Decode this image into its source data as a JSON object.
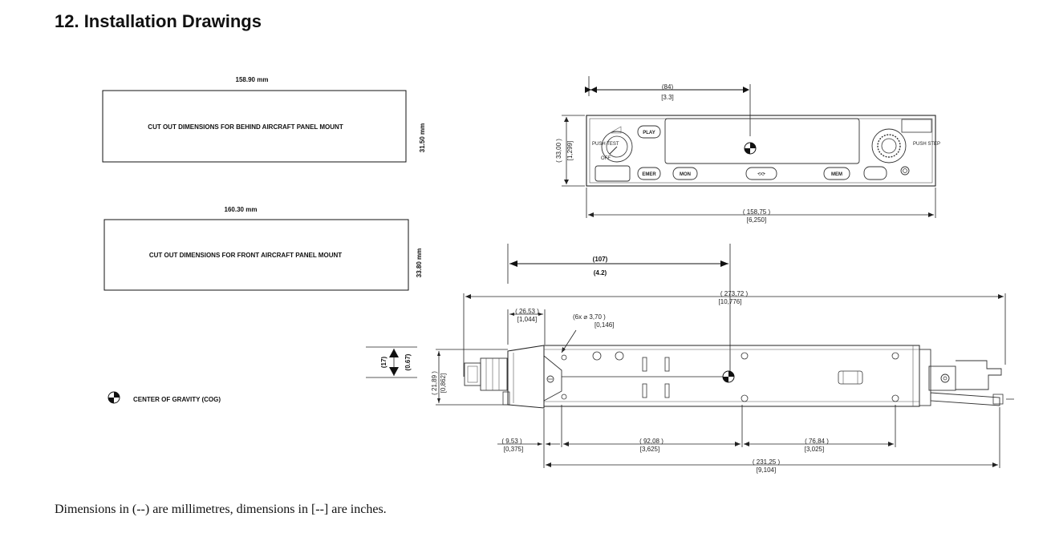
{
  "page": {
    "title": "12.  Installation Drawings",
    "footnote": "Dimensions in (--) are millimetres, dimensions in [--] are inches."
  },
  "cutouts": {
    "behind": {
      "width_label": "158.90 mm",
      "height_label": "31.50 mm",
      "text": "CUT OUT DIMENSIONS FOR BEHIND AIRCRAFT PANEL MOUNT"
    },
    "front": {
      "width_label": "160.30 mm",
      "height_label": "33.80 mm",
      "text": "CUT OUT DIMENSIONS FOR FRONT AIRCRAFT PANEL MOUNT"
    }
  },
  "legend": {
    "cog_label": "CENTER OF GRAVITY (COG)"
  },
  "front_view": {
    "cog_offset_mm": "(84)",
    "cog_offset_in": "[3.3]",
    "height_mm": "( 33,00 )",
    "height_in": "[1,299]",
    "width_mm": "( 158,75 )",
    "width_in": "[6,250]",
    "buttons": {
      "play": "PLAY",
      "emer": "EMER",
      "mon": "MON",
      "mem": "MEM",
      "swap": "⟲⟳"
    },
    "labels": {
      "push_test": "PUSH TEST",
      "off": "OFF",
      "push_step": "PUSH STEP"
    }
  },
  "side_view": {
    "cog_offset_mm": "(107)",
    "cog_offset_in": "(4.2)",
    "overall_mm": "( 273,72 )",
    "overall_in": "[10,776]",
    "d1_mm": "( 26,53 )",
    "d1_in": "[1,044]",
    "holes_mm": "(6x ⌀ 3,70 )",
    "holes_in": "[0,146]",
    "h1_mm": "(17)",
    "h1_in": "(0.67)",
    "h2_mm": "( 21,89 )",
    "h2_in": "[0,862]",
    "b1_mm": "( 9,53 )",
    "b1_in": "[0,375]",
    "b2_mm": "( 92,08 )",
    "b2_in": "[3,625]",
    "b3_mm": "( 76,84 )",
    "b3_in": "[3,025]",
    "b4_mm": "( 231,25 )",
    "b4_in": "[9,104]"
  }
}
